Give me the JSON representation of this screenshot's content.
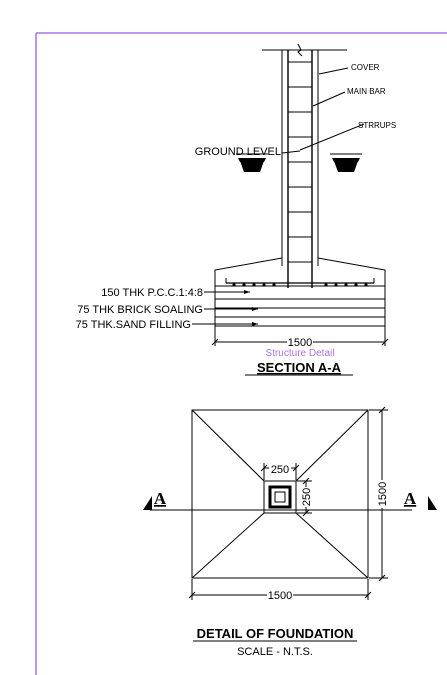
{
  "colors": {
    "border": "#a875e0",
    "ink": "#000000",
    "caption": "#a875e0"
  },
  "section_view": {
    "labels": {
      "cover": "COVER",
      "main_bar": "MAIN BAR",
      "stirrups": "STRRUPS",
      "ground_level": "GROUND LEVEL"
    },
    "layers": [
      "150 THK P.C.C.1:4:8",
      "75 THK BRICK SOALING",
      "75 THK.SAND FILLING"
    ],
    "width_dimension": "1500",
    "caption": "Structure Detail",
    "title": "SECTION A-A"
  },
  "plan_view": {
    "column_width": "250",
    "column_depth": "250",
    "footing_width": "1500",
    "footing_depth": "1500",
    "section_marker": "A",
    "title": "DETAIL OF FOUNDATION",
    "scale": "SCALE - N.T.S."
  }
}
